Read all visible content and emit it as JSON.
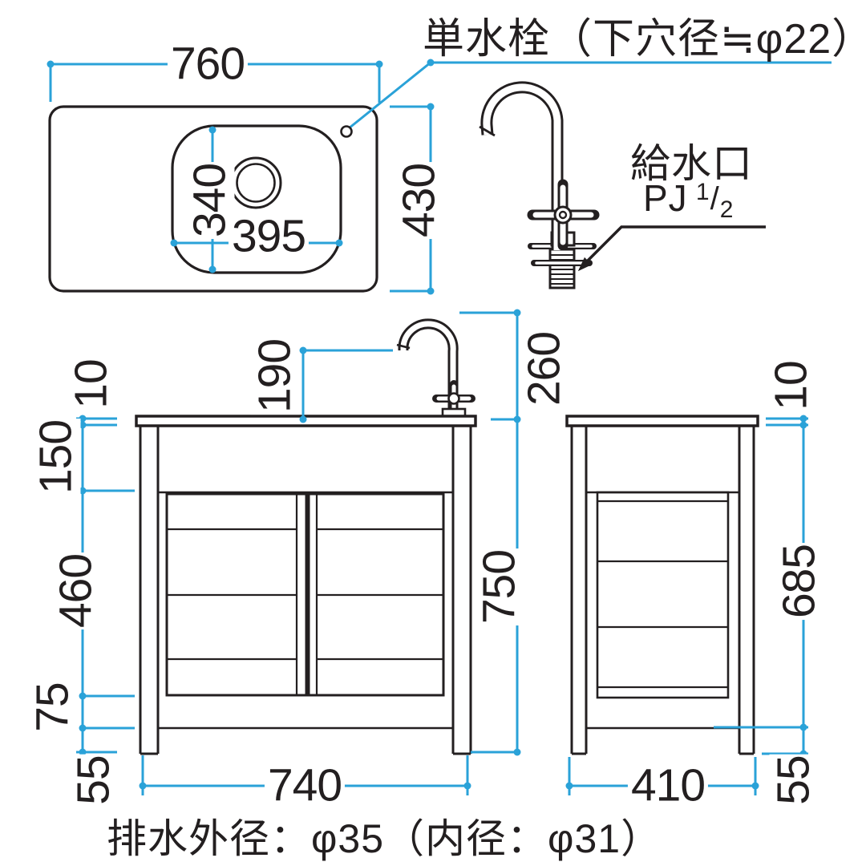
{
  "colors": {
    "dimension_blue": "#2aa2d8",
    "line_black": "#231f20"
  },
  "annotations": {
    "faucet_note": "単水栓（下穴径≒φ22）",
    "water_inlet_label": "給水口",
    "water_inlet_spec": {
      "prefix": "PJ",
      "numerator": "1",
      "slash": "/",
      "denominator": "2"
    },
    "drain_note": "排水外径：φ35（内径：φ31）"
  },
  "plan_view": {
    "overall_width": "760",
    "overall_depth": "430",
    "basin_width": "395",
    "basin_depth": "340"
  },
  "front_view": {
    "top_thickness": "10",
    "apron_height": "150",
    "door_height": "460",
    "bottom_rail_height": "75",
    "leg_bottom_height": "55",
    "spout_height": "190",
    "faucet_height": "260",
    "total_height": "750",
    "leg_span_width": "740"
  },
  "side_view": {
    "top_thickness": "10",
    "body_height": "685",
    "leg_bottom_height": "55",
    "depth_span": "410"
  }
}
